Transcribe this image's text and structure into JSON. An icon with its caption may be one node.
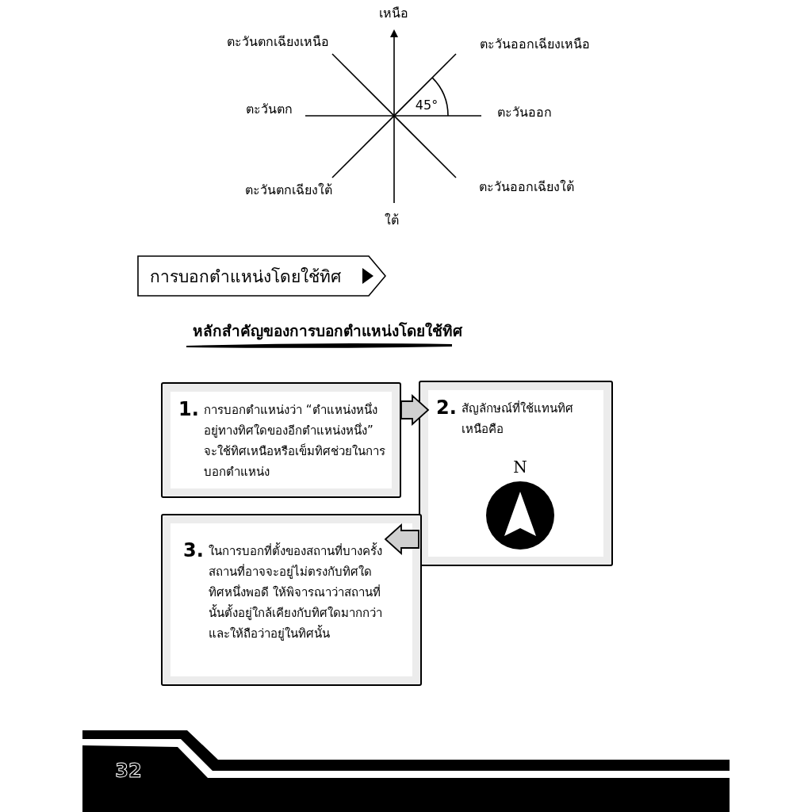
{
  "diagram": {
    "nodes": [
      {
        "text": [
          "การบอกตำแหน่งโดยใช้ทิศ"
        ]
      },
      {
        "text": [
          "1.",
          "การบอกตำแหน่งว่า “ตำแหน่งหนึ่งอยู่ทางทิศใดของอีกตำแหน่งหนึ่ง” จะใช้ทิศเหนือหรือเข็มทิศช่วยในการบอกตำแหน่ง"
        ]
      },
      {
        "text": [
          "2.",
          "สัญลักษณ์ที่ใช้แทนทิศเหนือคือ"
        ]
      },
      {
        "text": [
          "N"
        ],
        "in": 2
      },
      {
        "text": [
          "3.",
          "ในการบอกที่ตั้งของสถานที่บางครั้งสถานที่อาจจะอยู่ไม่ตรงกับทิศใดทิศหนึ่งพอดี ให้พิจารณาว่าสถานที่นั้นตั้งอยู่ใกล้เคียงกับทิศใดมากกว่า และให้ถือว่าอยู่ในทิศนั้น"
        ]
      }
    ],
    "edges": [
      {
        "from": 1,
        "to": 2,
        "arrow": "to"
      },
      {
        "from": 2,
        "to": 4,
        "arrow": "to"
      }
    ],
    "labels": [
      "เหนือ",
      "ตะวันตกเฉียงเหนือ",
      "ตะวันออกเฉียงเหนือ",
      "ตะวันตก",
      "45°",
      "ตะวันออก",
      "ตะวันตกเฉียงใต้",
      "ตะวันออกเฉียงใต้",
      "ใต้",
      "หลักสำคัญของการบอกตำแหน่งโดยใช้ทิศ",
      "32"
    ]
  }
}
